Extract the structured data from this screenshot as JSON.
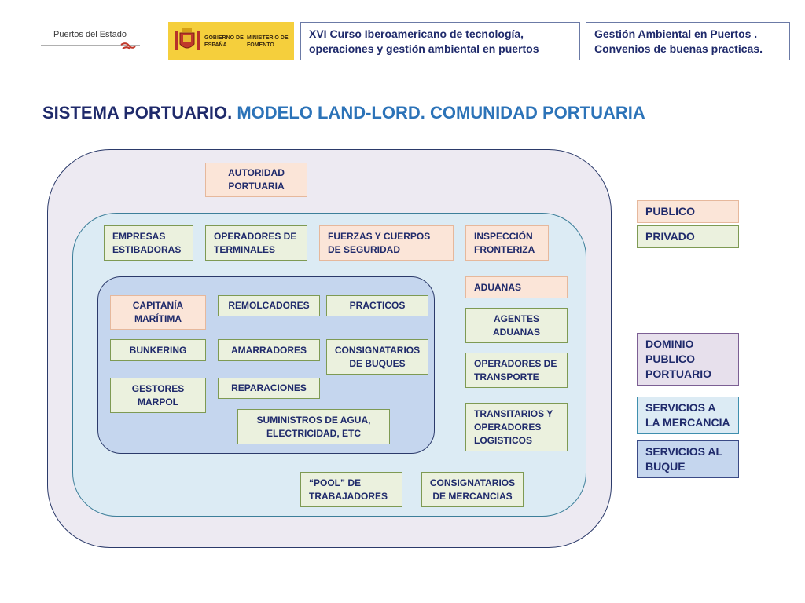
{
  "header": {
    "logo_puertos": "Puertos del Estado",
    "logo_gobierno": "GOBIERNO DE ESPAÑA",
    "logo_ministerio": "MINISTERIO DE FOMENTO",
    "course_title": "XVI Curso Iberoamericano de tecnología, operaciones y gestión ambiental en puertos",
    "topic_title": "Gestión Ambiental en Puertos . Convenios de buenas practicas."
  },
  "title": {
    "part1": "SISTEMA PORTUARIO.",
    "part2": "MODELO LAND-LORD. COMUNIDAD PORTUARIA"
  },
  "colors": {
    "title_dark": "#1f2a6b",
    "title_blue": "#2c73b8",
    "publico": "#fbe5d8",
    "privado": "#ebf1de",
    "dominio": "#e7e0ec",
    "mercancia": "#dcebf4",
    "buque": "#c5d6ee"
  },
  "nodes": {
    "autoridad": "AUTORIDAD PORTUARIA",
    "empresas": "EMPRESAS ESTIBADORAS",
    "operadores_terminales": "OPERADORES DE TERMINALES",
    "fuerzas": "FUERZAS Y CUERPOS DE SEGURIDAD",
    "inspeccion": "INSPECCIÓN FRONTERIZA",
    "aduanas": "ADUANAS",
    "agentes": "AGENTES ADUANAS",
    "operadores_transporte": "OPERADORES DE TRANSPORTE",
    "transitarios": "TRANSITARIOS Y OPERADORES LOGISTICOS",
    "capitania": "CAPITANÍA MARÍTIMA",
    "remolcadores": "REMOLCADORES",
    "practicos": "PRACTICOS",
    "bunkering": "BUNKERING",
    "amarradores": "AMARRADORES",
    "consignatarios_buques": "CONSIGNATARIOS DE BUQUES",
    "gestores": "GESTORES MARPOL",
    "reparaciones": "REPARACIONES",
    "suministros": "SUMINISTROS DE AGUA, ELECTRICIDAD, ETC",
    "pool": "“POOL”  DE TRABAJADORES",
    "consignatarios_mercancias": "CONSIGNATARIOS DE MERCANCIAS"
  },
  "legend": {
    "publico": "PUBLICO",
    "privado": "PRIVADO",
    "dominio": "DOMINIO PUBLICO PORTUARIO",
    "mercancia": "SERVICIOS A LA MERCANCIA",
    "buque": "SERVICIOS AL BUQUE"
  }
}
